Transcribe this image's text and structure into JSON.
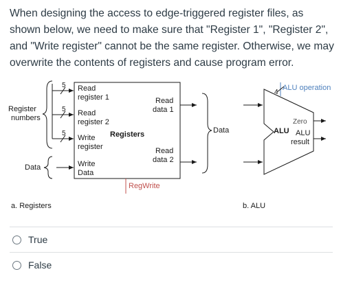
{
  "question": {
    "text": "When designing the access to edge-triggered register files, as shown below, we need to make sure that \"Register 1\", \"Register 2\", and \"Write register\" cannot be the same register. Otherwise, we may overwrite the contents of registers and cause program error."
  },
  "figure": {
    "registers": {
      "block_title": "Registers",
      "read_register_1": [
        "Read",
        "register 1"
      ],
      "read_register_2": [
        "Read",
        "register 2"
      ],
      "write_register": [
        "Write",
        "register"
      ],
      "write_data": [
        "Write",
        "Data"
      ],
      "read_data_1": [
        "Read",
        "data 1"
      ],
      "read_data_2": [
        "Read",
        "data 2"
      ],
      "reg_write": "RegWrite",
      "register_numbers": [
        "Register",
        "numbers"
      ],
      "data_in": "Data",
      "data_out": "Data",
      "bus_width": "5"
    },
    "alu": {
      "alu_operation": "ALU operation",
      "op_width": "4",
      "alu_label": "ALU",
      "zero": "Zero",
      "alu_result": [
        "ALU",
        "result"
      ]
    },
    "caption_a": "a. Registers",
    "caption_b": "b. ALU",
    "colors": {
      "regwrite": "#c0504d",
      "alu_op": "#4f81bd"
    }
  },
  "options": [
    {
      "label": "True"
    },
    {
      "label": "False"
    }
  ]
}
